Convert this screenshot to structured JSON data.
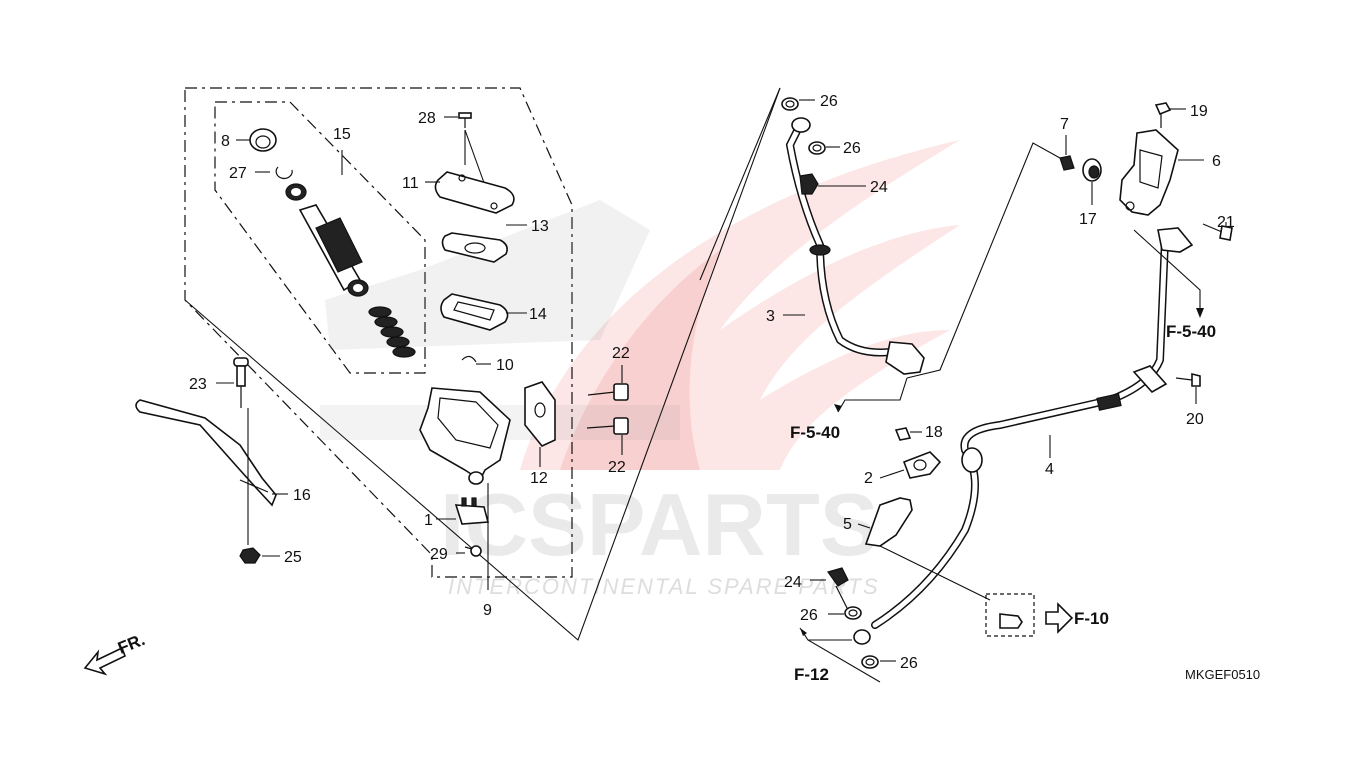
{
  "watermark": {
    "brand": "ICSPARTS",
    "tagline": "INTERCONTINENTAL SPARE PARTS",
    "logo_color": "#e63a3a"
  },
  "diagram_code": "MKGEF0510",
  "direction_label": "FR.",
  "part_numbers": {
    "p1": "1",
    "p2": "2",
    "p3": "3",
    "p4": "4",
    "p5": "5",
    "p6": "6",
    "p7": "7",
    "p8": "8",
    "p9": "9",
    "p10": "10",
    "p11": "11",
    "p12": "12",
    "p13": "13",
    "p14": "14",
    "p15": "15",
    "p16": "16",
    "p17": "17",
    "p18": "18",
    "p19": "19",
    "p20": "20",
    "p21": "21",
    "p22a": "22",
    "p22b": "22",
    "p23": "23",
    "p24a": "24",
    "p24b": "24",
    "p25": "25",
    "p26a": "26",
    "p26b": "26",
    "p26c": "26",
    "p26d": "26",
    "p27": "27",
    "p28": "28",
    "p29": "29"
  },
  "references": {
    "f540_left": "F-5-40",
    "f540_right": "F-5-40",
    "f10": "F-10",
    "f12": "F-12"
  }
}
